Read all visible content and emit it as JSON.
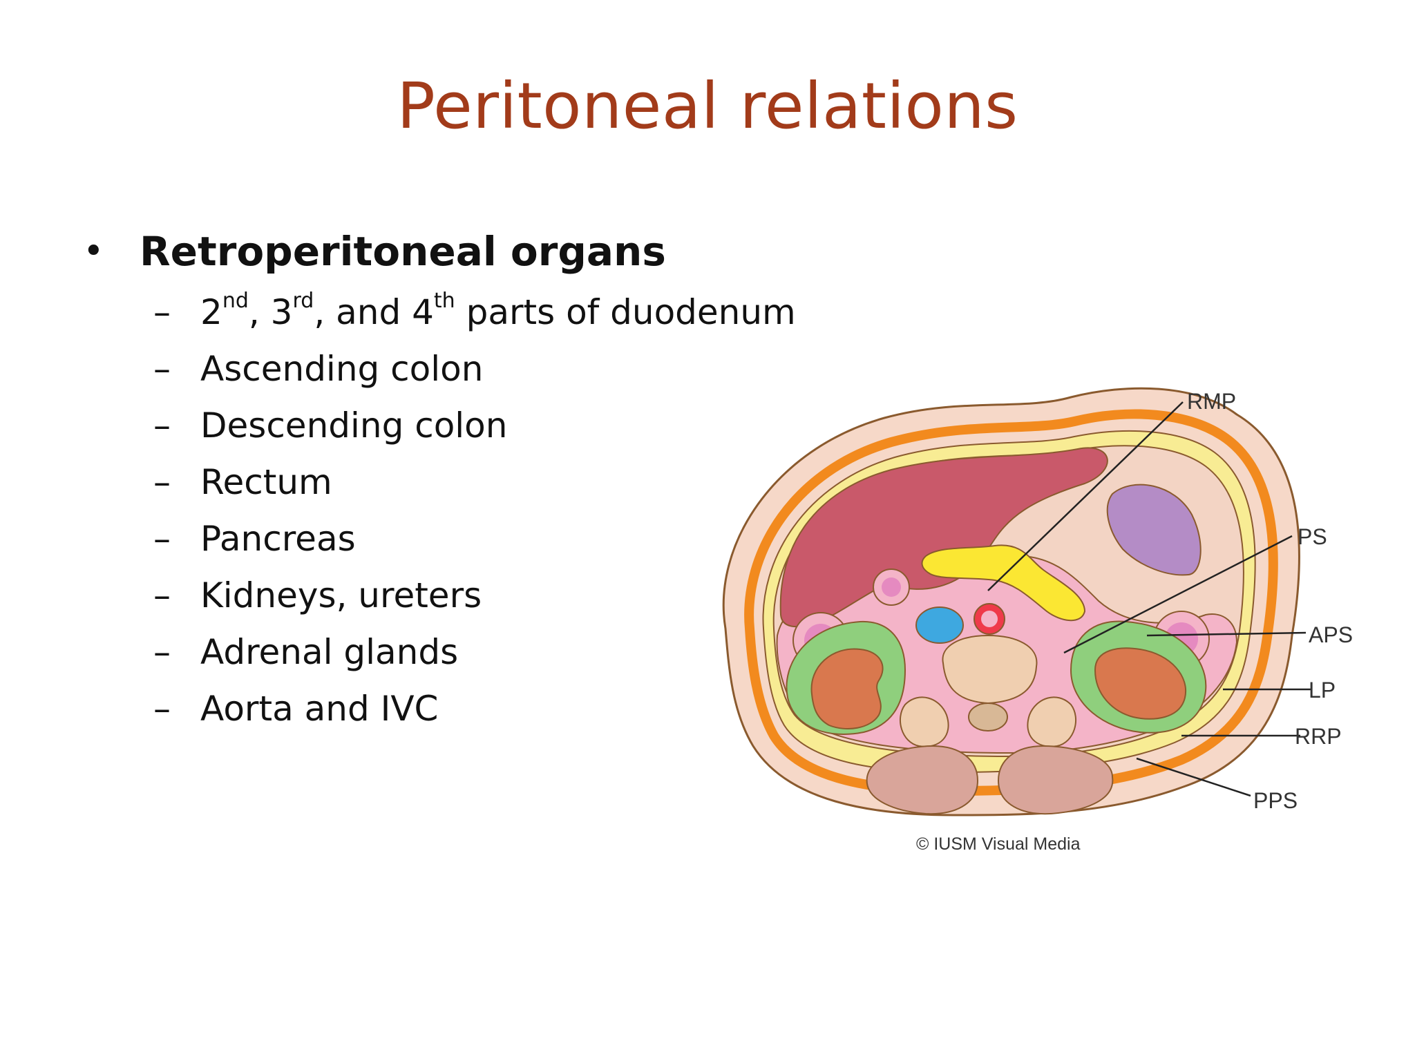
{
  "slide": {
    "title": "Peritoneal relations",
    "bullet": {
      "marker": "•",
      "heading": "Retroperitoneal organs"
    },
    "sub_items": {
      "dash": "–",
      "duodenum": {
        "n1": "2",
        "s1": "nd",
        "sep1": ", ",
        "n2": "3",
        "s2": "rd",
        "sep2": ", and ",
        "n3": "4",
        "s3": "th",
        "tail": " parts of duodenum"
      },
      "ascending_colon": "Ascending colon",
      "descending_colon": "Descending colon",
      "rectum": "Rectum",
      "pancreas": "Pancreas",
      "kidneys": "Kidneys, ureters",
      "adrenal": "Adrenal glands",
      "aorta": "Aorta and IVC"
    }
  },
  "figure": {
    "labels": {
      "rmp": "RMP",
      "ps": "PS",
      "aps": "APS",
      "lp": "LP",
      "rrp": "RRP",
      "pps": "PPS"
    },
    "credit": "© IUSM Visual Media",
    "colors": {
      "skin": "#f6d8c8",
      "outline": "#8a5a2e",
      "muscle_band": "#f28a1e",
      "fat_yellow": "#f8ec94",
      "liver": "#c9596a",
      "spleen": "#b48cc6",
      "kidney": "#d9784e",
      "perirenal": "#8fcf7d",
      "pancreas": "#fbe733",
      "aorta": "#ef3a4a",
      "ivc": "#3ea8e0",
      "colon": "#e58ac0",
      "vertebra": "#f0cfb0",
      "back_muscle": "#d9a59a"
    }
  }
}
